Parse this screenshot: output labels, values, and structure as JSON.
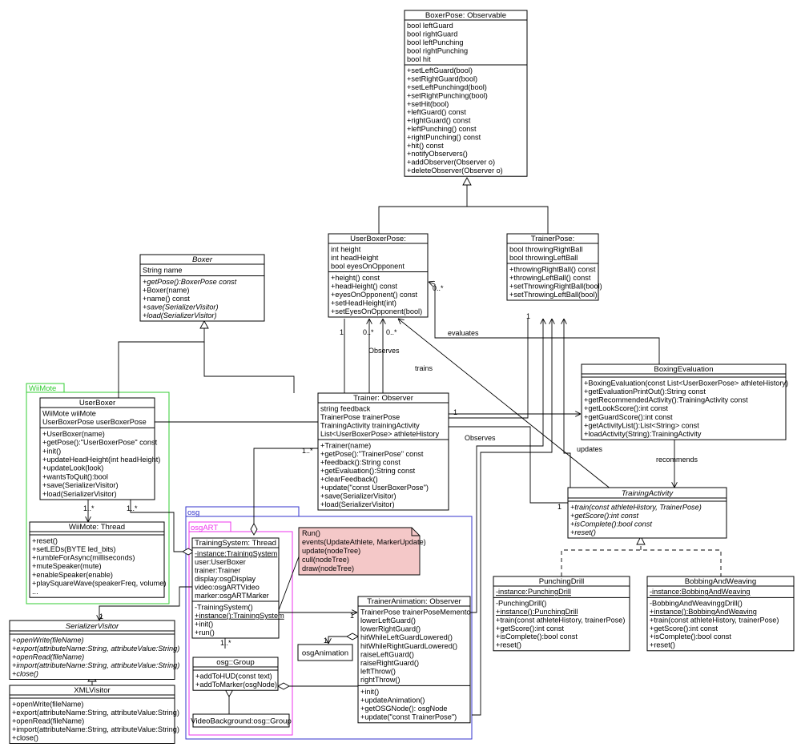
{
  "packages": {
    "wiimote": {
      "label": "WiiMote",
      "color": "#33cc33"
    },
    "osg": {
      "label": "osg",
      "color": "#3333cc"
    },
    "osgart": {
      "label": "osgART",
      "color": "#ee33ee"
    }
  },
  "classes": {
    "boxerpose": {
      "title": "BoxerPose: Observable",
      "attrs": [
        "bool leftGuard",
        "bool rightGuard",
        "bool leftPunching",
        "bool rightPunching",
        "bool hit"
      ],
      "ops": [
        "+setLeftGuard(bool)",
        "+setRightGuard(bool)",
        "+setLeftPunchingd(bool)",
        "+setRightPunching(bool)",
        "+setHit(bool)",
        "+leftGuard() const",
        "+rightGuard() const",
        "+leftPunching() const",
        "+rightPunching() const",
        "+hit() const",
        "+notifyObservers()",
        "+addObserver(Observer o)",
        "+deleteObserver(Observer o)"
      ]
    },
    "userboxerpose": {
      "title": "UserBoxerPose:",
      "attrs": [
        "int height",
        "int headHeight",
        "bool eyesOnOpponent"
      ],
      "ops": [
        "+height() const",
        "+headHeight() const",
        "+eyesOnOpponent() const",
        "+setHeadHeight(int)",
        "+setEyesOnOpponent(bool)"
      ]
    },
    "trainerpose": {
      "title": "TrainerPose:",
      "attrs": [
        "bool throwingRightBall",
        "bool throwingLeftBall"
      ],
      "ops": [
        "+throwingRightBall() const",
        "+throwingLeftBall() const",
        "+setThrowingRightBall(bool)",
        "+setThrowingLeftBall(bool)"
      ]
    },
    "boxer": {
      "title": "Boxer",
      "attrs": [
        "String name"
      ],
      "ops": [
        "+getPose():BoxerPose const",
        "+Boxer(name)",
        "+name() const",
        "+save(SerializerVisitor)",
        "+load(SerializerVisitor)"
      ]
    },
    "userboxer": {
      "title": "UserBoxer",
      "attrs": [
        "WiiMote wiiMote",
        "UserBoxerPose userBoxerPose"
      ],
      "ops": [
        "+UserBoxer(name)",
        "+getPose():\"UserBoxerPose\" const",
        "+init()",
        "+updateHeadHeight(int headHeight)",
        "+updateLook(look)",
        "+wantsToQuit():bool",
        "+save(SerializerVisitor)",
        "+load(SerializerVisitor)"
      ]
    },
    "wiimotethread": {
      "title": "WiiMote: Thread",
      "attrs": [],
      "ops": [
        "+reset()",
        "+setLEDs(BYTE led_bits)",
        "+rumbleForAsync(milliseconds)",
        "+muteSpeaker(mute)",
        "+enableSpeaker(enable)",
        "+playSquareWave(speakerFreq, volume)",
        "..."
      ]
    },
    "trainer": {
      "title": "Trainer: Observer",
      "attrs": [
        "string feedback",
        "TrainerPose trainerPose",
        "TrainingActivity trainingActivity",
        "List<UserBoxerPose> athleteHistory"
      ],
      "ops": [
        "+Trainer(name)",
        "+getPose():\"TrainerPose\" const",
        "+feedback():String const",
        "+getEvaluation():String const",
        "+clearFeedback()",
        "+update(\"const UserBoxerPose\")",
        "+save(SerializerVisitor)",
        "+load(SerializerVisitor)"
      ]
    },
    "boxingevaluation": {
      "title": "BoxingEvaluation",
      "attrs": [],
      "ops": [
        "+BoxingEvaluation(const List<UserBoxerPose> athleteHistory)",
        "+getEvaluationPrintOut():String const",
        "+getRecommendedActivity():TrainingActivity const",
        "+getLookScore():int const",
        "+getGuardScore():int const",
        "+getActivityList():List<String> const",
        "+loadActivity(String):TrainingActivity"
      ]
    },
    "trainingactivity": {
      "title": "TrainingActivity",
      "attrs": [],
      "ops": [
        "+train(const athleteHistory, TrainerPose)",
        "+getScore():int const",
        "+isComplete():bool const",
        "+reset()"
      ]
    },
    "punchingdrill": {
      "title": "PunchingDrill",
      "attrs": [
        "-instance:PunchingDrill"
      ],
      "ops": [
        "-PunchingDrill()",
        "+instance():PunchingDrill",
        "+train(const athleteHistory, trainerPose)",
        "+getScore():int const",
        "+isComplete():bool const",
        "+reset()"
      ]
    },
    "bobbingweaving": {
      "title": "BobbingAndWeaving",
      "attrs": [
        "-instance:BobbingAndWeaving"
      ],
      "ops": [
        "-BobbingAndWeavinggDrill()",
        "+instance():BobbingAndWeaving",
        "+train(const athleteHistory, trainerPose)",
        "+getScore():int const",
        "+isComplete():bool const",
        "+reset()"
      ]
    },
    "serializervisitor": {
      "title": "SerializerVisitor",
      "attrs": [],
      "ops": [
        "+openWrite(fileName)",
        "+export(attributeName:String, attributeValue:String)",
        "+openRead(fileName)",
        "+import(attributeName:String, attributeValue:String)",
        "+close()"
      ]
    },
    "xmlvisitor": {
      "title": "XMLVisitor",
      "attrs": [],
      "ops": [
        "+openWrite(fileName)",
        "+export(attributeName:String, attributeValue:String)",
        "+openRead(fileName)",
        "+import(attributeName:String, attributeValue:String)",
        "+close()"
      ]
    },
    "trainingsystem": {
      "title": "TrainingSystem: Thread",
      "attrs": [
        "-instance:TrainingSystem",
        "user:UserBoxer",
        "trainer:Trainer",
        "display:osgDisplay",
        "video:osgARTVideo",
        "marker:osgARTMarker"
      ],
      "ops": [
        "-TrainingSystem()",
        "+instance():TrainingSystem",
        "+init()",
        "+run()"
      ]
    },
    "osggroup": {
      "title": "osg::Group",
      "attrs": [],
      "ops": [
        "+addToHUD(const text)",
        "+addToMarker(osgNode)"
      ]
    },
    "videobackground": {
      "title": "VideoBackground:osg::Group",
      "attrs": [],
      "ops": []
    },
    "osganimation": {
      "title": "osgAnimation",
      "attrs": [],
      "ops": []
    },
    "traineranimation": {
      "title": "TrainerAnimation: Observer",
      "attrs": [
        "TrainerPose trainerPoseMemento",
        "lowerLeftGuard()",
        "lowerRightGuard()",
        "hitWhileLeftGuardLowered()",
        "hitWhileRightGuardLowered()",
        "raiseLeftGuard()",
        "raiseRightGuard()",
        "leftThrow()",
        "rightThrow()"
      ],
      "ops": [
        "+init()",
        "+updateAnimation()",
        "+getOSGNode(): osgNode",
        "+update(\"const TrainerPose\")"
      ]
    }
  },
  "note": {
    "lines": [
      "Run()",
      "events(UpdateAthlete, MarkerUpdate)",
      "update(nodeTree)",
      "cull(nodeTree)",
      "draw(nodeTree)"
    ],
    "fill": "#f4c8c8"
  },
  "edge_labels": {
    "evaluates": "evaluates",
    "observes1": "Observes",
    "trains": "trains",
    "observes2": "Observes",
    "updates": "updates",
    "recommends": "recommends"
  },
  "multiplicities": {
    "m_0star_a": "0..*",
    "m_1_a": "1",
    "m_0star_b": "0..*",
    "m_0star_c": "0..*",
    "m_1_b": "1",
    "m_1_c": "1",
    "m_1star_a": "1..*",
    "m_1star_b": "1..*",
    "m_1star_c": "1..*",
    "m_1_d": "1",
    "m_1_e": "1",
    "m_1_f": "1",
    "m_1_g": "1",
    "m_1star_d": "1..*",
    "m_star": "*"
  }
}
